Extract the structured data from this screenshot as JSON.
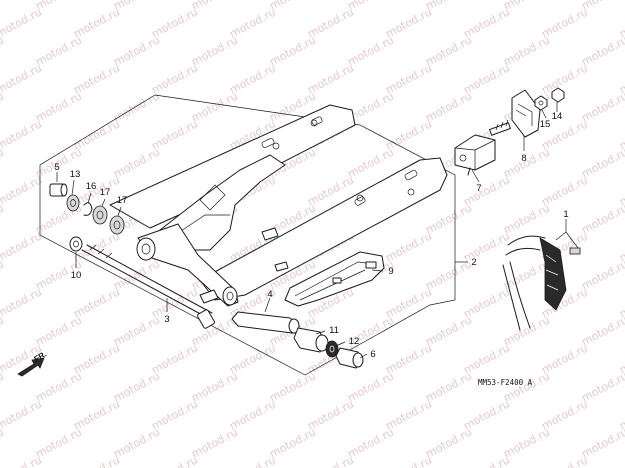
{
  "watermark": {
    "text": "motod.ru",
    "color": "#e5c9cc"
  },
  "diagram": {
    "drawing_code": "MM53-F2400 A",
    "direction_label": "FR.",
    "part_callouts": [
      {
        "id": "c1",
        "number": "1"
      },
      {
        "id": "c2",
        "number": "2"
      },
      {
        "id": "c3",
        "number": "3"
      },
      {
        "id": "c4",
        "number": "4"
      },
      {
        "id": "c5",
        "number": "5"
      },
      {
        "id": "c6",
        "number": "6"
      },
      {
        "id": "c7",
        "number": "7"
      },
      {
        "id": "c8",
        "number": "8"
      },
      {
        "id": "c9",
        "number": "9"
      },
      {
        "id": "c10",
        "number": "10"
      },
      {
        "id": "c11",
        "number": "11"
      },
      {
        "id": "c12",
        "number": "12"
      },
      {
        "id": "c13",
        "number": "13"
      },
      {
        "id": "c14",
        "number": "14"
      },
      {
        "id": "c15",
        "number": "15"
      },
      {
        "id": "c16",
        "number": "16"
      },
      {
        "id": "c17a",
        "number": "17"
      },
      {
        "id": "c17b",
        "number": "17"
      }
    ]
  }
}
